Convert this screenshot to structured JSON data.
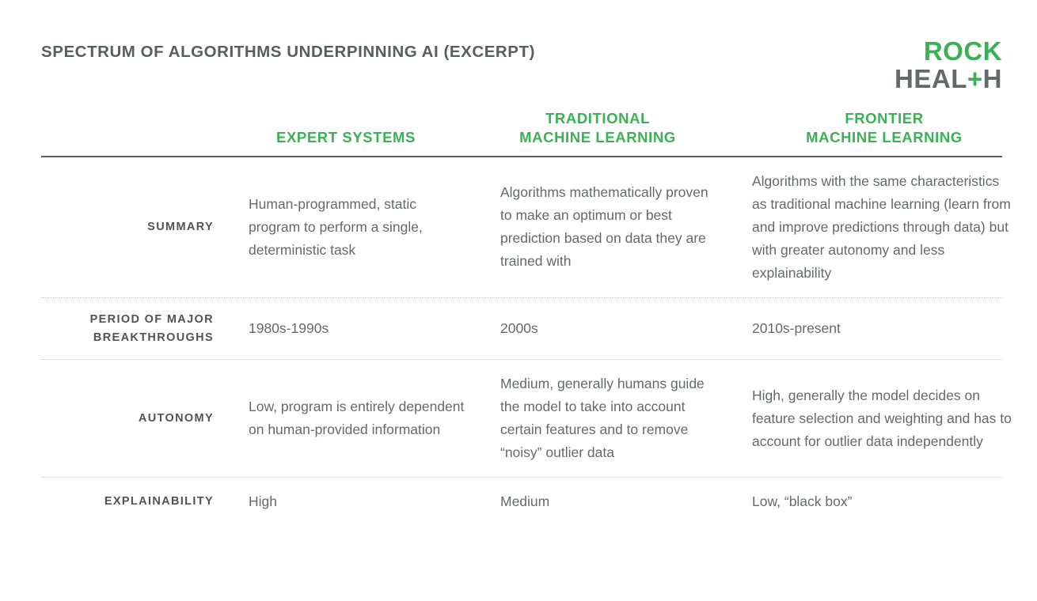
{
  "header": {
    "title": "SPECTRUM OF ALGORITHMS UNDERPINNING AI (EXCERPT)",
    "logo": {
      "line1": "ROCK",
      "line2_before": "HEAL",
      "line2_plus": "+",
      "line2_after": "H"
    }
  },
  "colors": {
    "accent_green": "#3cb054",
    "body_text": "#636b69",
    "label_text": "#4e5553",
    "rule_solid": "#5a6162",
    "rule_dotted": "#c8c8c8"
  },
  "table": {
    "columns": [
      {
        "line1": "EXPERT SYSTEMS",
        "line2": ""
      },
      {
        "line1": "TRADITIONAL",
        "line2": "MACHINE LEARNING"
      },
      {
        "line1": "FRONTIER",
        "line2": "MACHINE LEARNING"
      }
    ],
    "rows": [
      {
        "label_line1": "SUMMARY",
        "label_line2": "",
        "cells": [
          "Human-programmed, static program to perform a single, deterministic task",
          "Algorithms mathematically proven to make an optimum or best prediction based on data they are trained with",
          "Algorithms with the same characteristics as traditional machine learning (learn from and improve predictions through data) but with greater autonomy and less explainability"
        ]
      },
      {
        "label_line1": "PERIOD OF MAJOR",
        "label_line2": "BREAKTHROUGHS",
        "cells": [
          "1980s-1990s",
          "2000s",
          "2010s-present"
        ]
      },
      {
        "label_line1": "AUTONOMY",
        "label_line2": "",
        "cells": [
          "Low, program is entirely dependent on human-provided information",
          "Medium, generally humans guide the model to take into account certain features and to remove “noisy” outlier data",
          "High, generally the model decides on feature selection and weighting and has to account for outlier data independently"
        ]
      },
      {
        "label_line1": "EXPLAINABILITY",
        "label_line2": "",
        "cells": [
          "High",
          "Medium",
          "Low, “black box”"
        ]
      }
    ]
  }
}
